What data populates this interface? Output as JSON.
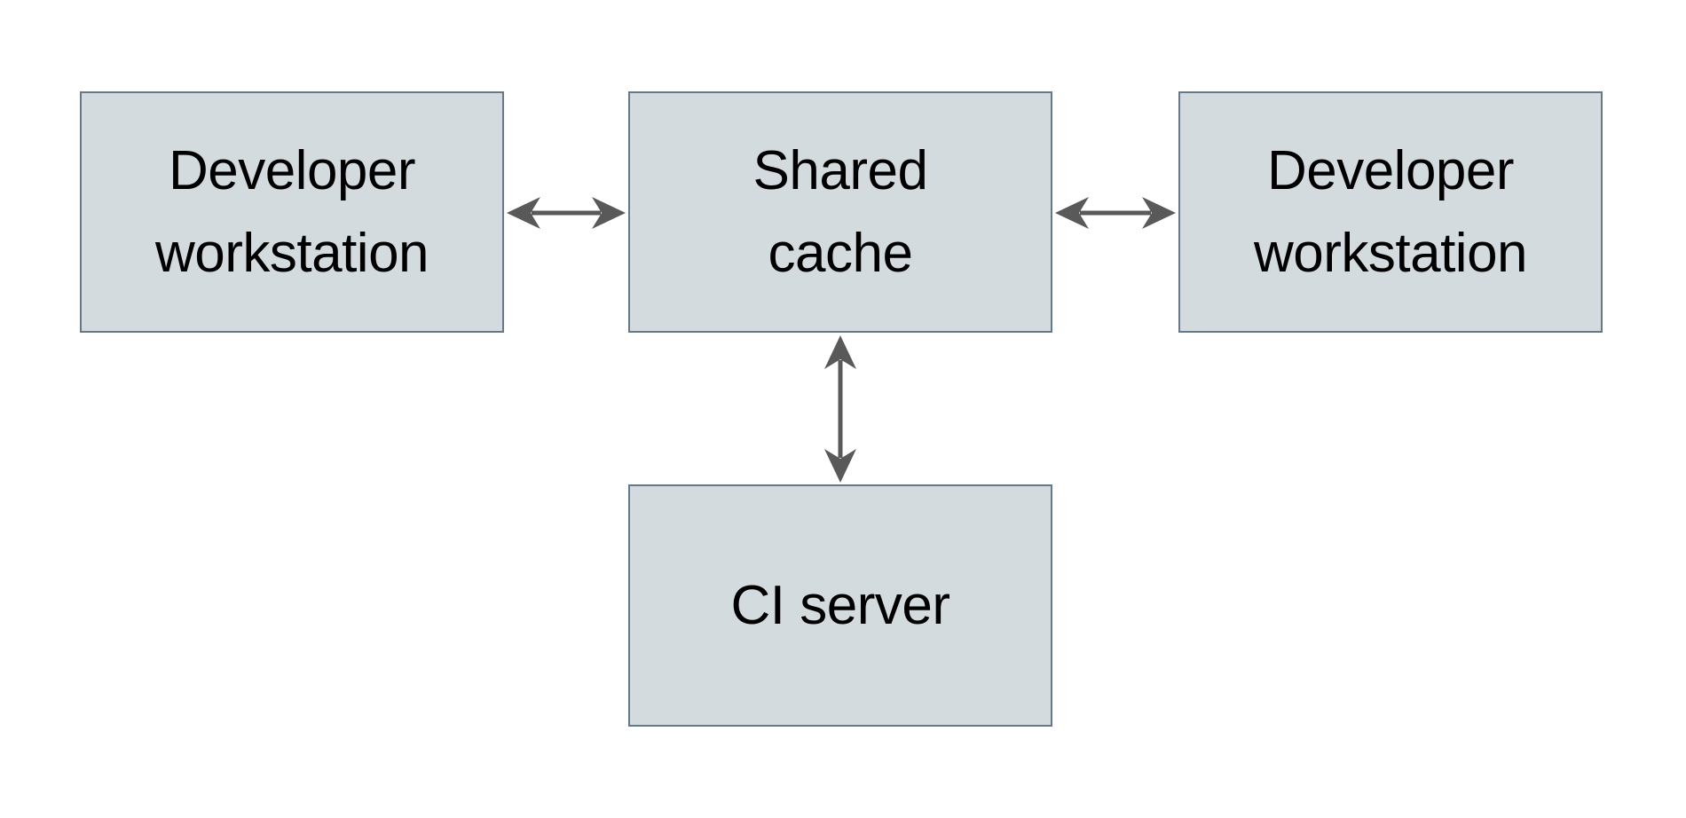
{
  "diagram": {
    "background_color": "#ffffff",
    "node_fill_color": "#d4dbde",
    "node_border_color": "#65798a",
    "arrow_color": "#595959",
    "text_color": "#000000",
    "nodes": [
      {
        "id": "developer-workstation-left",
        "label": "Developer\nworkstation"
      },
      {
        "id": "shared-cache",
        "label": "Shared\ncache"
      },
      {
        "id": "developer-workstation-right",
        "label": "Developer\nworkstation"
      },
      {
        "id": "ci-server",
        "label": "CI server"
      }
    ],
    "edges": [
      {
        "from": "developer-workstation-left",
        "to": "shared-cache",
        "direction": "bidirectional"
      },
      {
        "from": "shared-cache",
        "to": "developer-workstation-right",
        "direction": "bidirectional"
      },
      {
        "from": "shared-cache",
        "to": "ci-server",
        "direction": "bidirectional"
      }
    ]
  }
}
